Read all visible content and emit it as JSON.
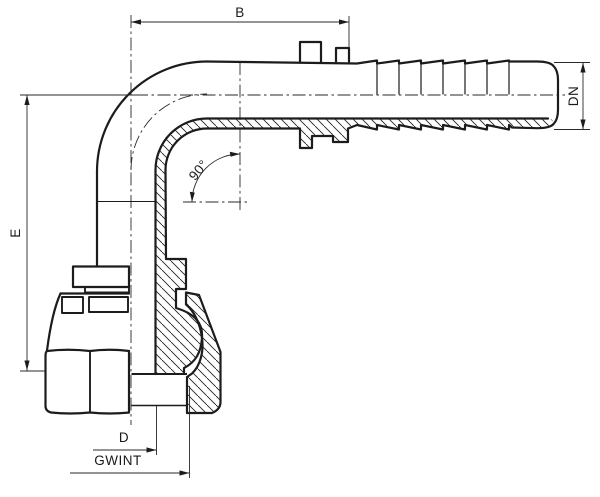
{
  "dimensions": {
    "b": {
      "label": "B",
      "position": "top"
    },
    "dn": {
      "label": "DN",
      "position": "right"
    },
    "e": {
      "label": "E",
      "position": "left"
    },
    "d": {
      "label": "D",
      "position": "bottom"
    },
    "gwint": {
      "label": "GWINT",
      "position": "bottom"
    },
    "angle": {
      "label": "90°",
      "position": "bend"
    }
  },
  "colors": {
    "line": "#1c1c1c",
    "background": "#ffffff"
  }
}
